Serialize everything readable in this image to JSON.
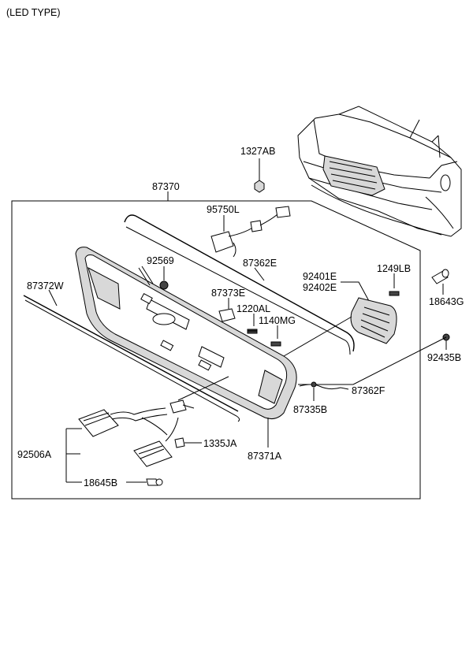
{
  "header": {
    "title": "(LED TYPE)"
  },
  "parts": {
    "p1327AB": "1327AB",
    "p87370": "87370",
    "p95750L": "95750L",
    "p92569": "92569",
    "p87362E": "87362E",
    "p92401E": "92401E",
    "p92402E": "92402E",
    "p1249LB": "1249LB",
    "p18643G": "18643G",
    "p87372W": "87372W",
    "p87373E": "87373E",
    "p1220AL": "1220AL",
    "p1140MG": "1140MG",
    "p92435B": "92435B",
    "p87362F": "87362F",
    "p87335B": "87335B",
    "p1335JA": "1335JA",
    "p87371A": "87371A",
    "p92506A": "92506A",
    "p18645B": "18645B"
  }
}
